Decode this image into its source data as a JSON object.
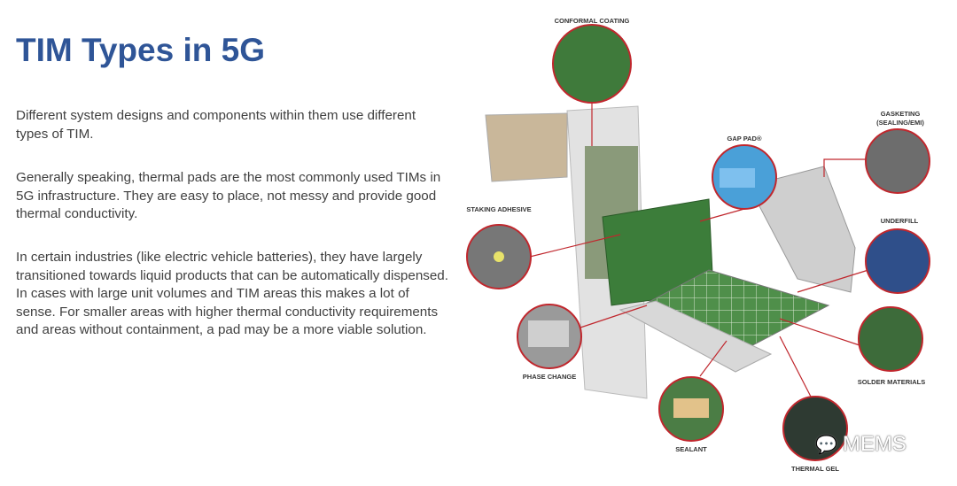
{
  "slide": {
    "title": "TIM Types in 5G",
    "paragraphs": [
      "Different system designs and components within them use different types of TIM.",
      "Generally speaking, thermal pads are the most commonly used TIMs in 5G infrastructure. They are easy to place, not messy and provide good thermal conductivity.",
      "In certain industries (like electric vehicle batteries), they have largely transitioned towards liquid products that can be automatically dispensed. In cases with large unit volumes and TIM areas this makes a lot of sense. For smaller areas with higher thermal conductivity requirements and areas without containment, a pad may be a more viable solution."
    ]
  },
  "diagram": {
    "labels": {
      "conformal_coating": "CONFORMAL COATING",
      "gap_pad": "GAP PAD®",
      "gasketing": "GASKETING",
      "gasketing_sub": "(SEALING/EMI)",
      "staking_adhesive": "STAKING ADHESIVE",
      "underfill": "UNDERFILL",
      "phase_change": "PHASE CHANGE",
      "solder_materials": "SOLDER MATERIALS",
      "sealant": "SEALANT",
      "thermal_gel": "THERMAL GEL"
    },
    "accent_color": "#c0272d"
  },
  "watermark": {
    "text": "MEMS"
  }
}
